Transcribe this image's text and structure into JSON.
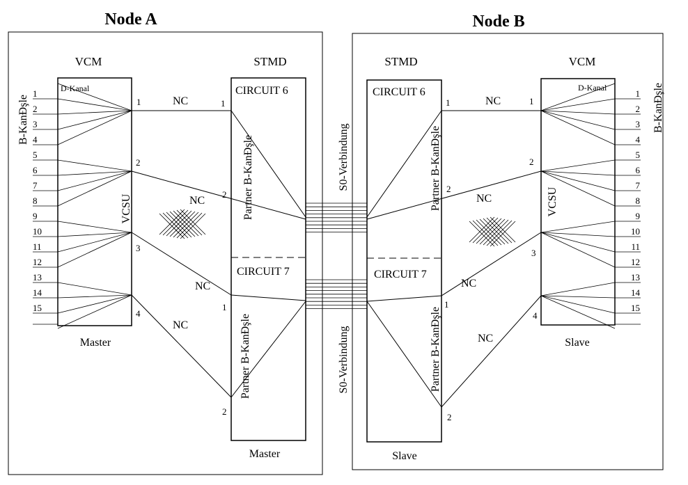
{
  "node_a": {
    "title": "Node A",
    "vcm_label": "VCM",
    "stmd_label": "STMD",
    "d_kanal": "D-Kanal",
    "vcsu": "VCSU",
    "b_kanaele": "B-KanÐşle",
    "channels": [
      "1",
      "2",
      "3",
      "4",
      "5",
      "6",
      "7",
      "8",
      "9",
      "10",
      "11",
      "12",
      "13",
      "14",
      "15"
    ],
    "vcm_ports": [
      "1",
      "2",
      "3",
      "4"
    ],
    "circuit6": "CIRCUIT 6",
    "circuit7": "CIRCUIT 7",
    "partner_b": "Partner B-KanÐşle",
    "c6_ports": [
      "1",
      "2"
    ],
    "c7_ports": [
      "1",
      "2"
    ],
    "nc": "NC",
    "vcm_footer": "Master",
    "stmd_footer": "Master"
  },
  "node_b": {
    "title": "Node B",
    "vcm_label": "VCM",
    "stmd_label": "STMD",
    "d_kanal": "D-Kanal",
    "vcsu": "VCSU",
    "b_kanaele": "B-KanÐşle",
    "channels": [
      "1",
      "2",
      "3",
      "4",
      "5",
      "6",
      "7",
      "8",
      "9",
      "10",
      "11",
      "12",
      "13",
      "14",
      "15"
    ],
    "vcm_ports": [
      "1",
      "2",
      "3",
      "4"
    ],
    "circuit6": "CIRCUIT 6",
    "circuit7": "CIRCUIT 7",
    "partner_b": "Partner B-KanÐşle",
    "c6_ports": [
      "1",
      "2"
    ],
    "c7_ports": [
      "1",
      "2"
    ],
    "nc": "NC",
    "vcm_footer": "Slave",
    "stmd_footer": "Slave"
  },
  "s0": "S0-Verbindung"
}
